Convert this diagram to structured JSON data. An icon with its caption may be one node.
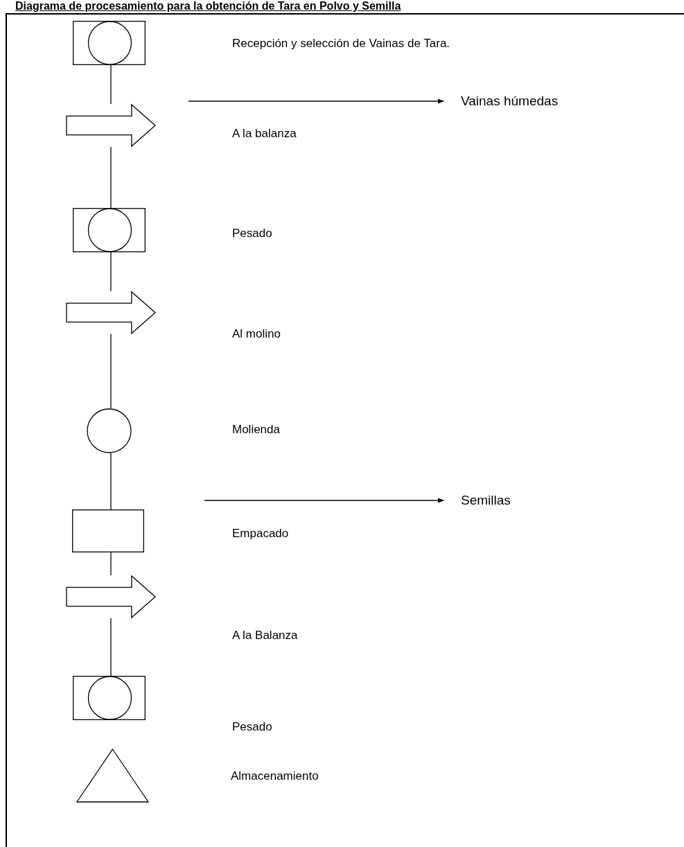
{
  "diagram": {
    "title": "Diagrama de procesamiento para la obtención de Tara en Polvo y Semilla",
    "nodes": [
      {
        "text": [],
        "shape": "combined"
      },
      {
        "text": [],
        "shape": "arrow"
      },
      {
        "text": [],
        "shape": "combined"
      },
      {
        "text": [],
        "shape": "arrow"
      },
      {
        "text": [],
        "shape": "circle"
      },
      {
        "text": [],
        "shape": "box"
      },
      {
        "text": [],
        "shape": "arrow"
      },
      {
        "text": [],
        "shape": "combined"
      },
      {
        "text": [],
        "shape": "triangle"
      },
      {
        "text": [
          "Vainas húmedas"
        ]
      },
      {
        "text": [
          "Semillas"
        ]
      }
    ],
    "edges": [
      {
        "from": 0,
        "to": 1,
        "arrow": "none"
      },
      {
        "from": 1,
        "to": 2,
        "arrow": "none"
      },
      {
        "from": 2,
        "to": 3,
        "arrow": "none"
      },
      {
        "from": 3,
        "to": 4,
        "arrow": "none"
      },
      {
        "from": 4,
        "to": 5,
        "arrow": "none"
      },
      {
        "from": 5,
        "to": 6,
        "arrow": "none"
      },
      {
        "from": 6,
        "to": 7,
        "arrow": "none"
      },
      {
        "from": null,
        "to": 9,
        "arrow": "to"
      },
      {
        "from": null,
        "to": 10,
        "arrow": "to"
      }
    ],
    "labels": [
      "Recepción y selección de Vainas de Tara.",
      "A la balanza",
      "Pesado",
      "Al molino",
      "Molienda",
      "Empacado",
      "A la Balanza",
      "Pesado",
      "Almacenamiento"
    ]
  }
}
